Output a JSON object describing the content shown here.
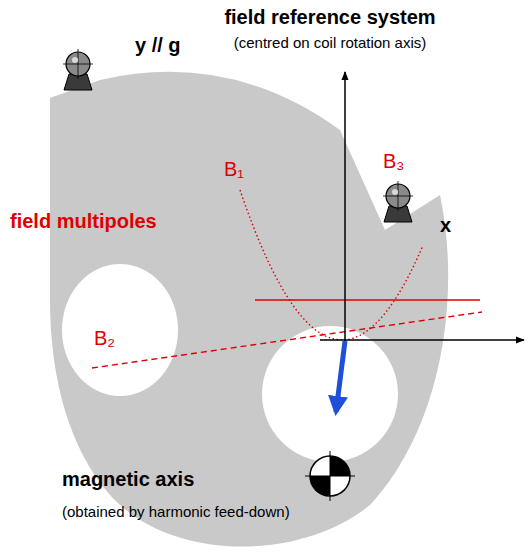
{
  "diagram": {
    "title": "field reference system",
    "labels": [
      "(centred on coil rotation axis)",
      "y // g",
      "x",
      "B₁",
      "field multipoles",
      "B₃",
      "B₂",
      "magnetic axis",
      "(obtained by harmonic feed-down)"
    ]
  }
}
